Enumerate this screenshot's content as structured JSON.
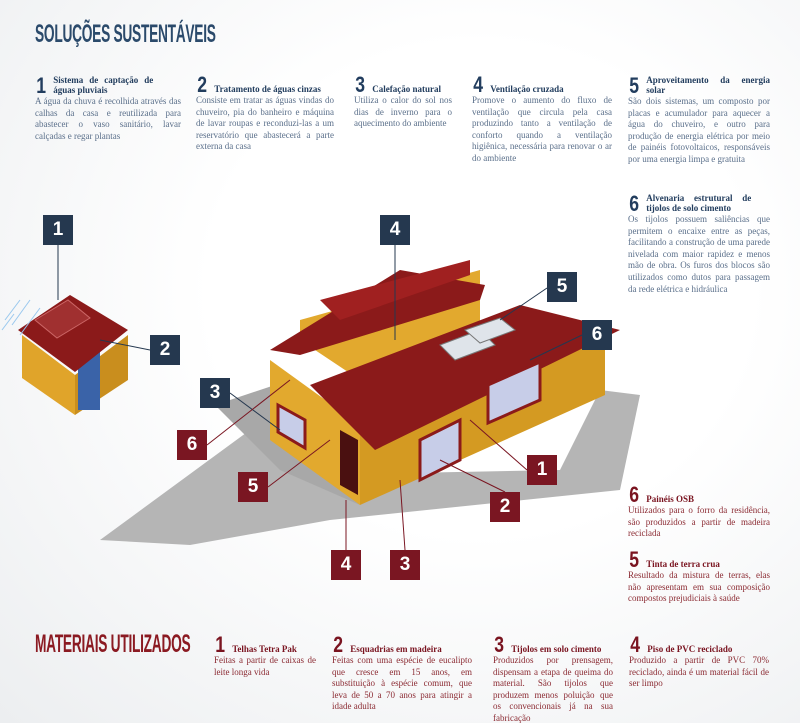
{
  "header": {
    "title": "SOLUÇÕES SUSTENTÁVEIS"
  },
  "solutions": [
    {
      "num": "1",
      "title": "Sistema de captação de águas pluviais",
      "text": "A água da chuva é recolhida através das calhas da casa e reutilizada para abastecer o vaso sanitário, lavar calçadas e regar plantas"
    },
    {
      "num": "2",
      "title": "Tratamento de águas cinzas",
      "text": "Consiste em tratar as águas vindas do chuveiro, pia do banheiro e máquina de lavar roupas e reconduzi-las a um reservatório que abastecerá a parte externa da casa"
    },
    {
      "num": "3",
      "title": "Calefação natural",
      "text": "Utiliza o calor do sol nos dias de inverno para o aquecimento do ambiente"
    },
    {
      "num": "4",
      "title": "Ventilação cruzada",
      "text": "Promove o aumento do fluxo de ventilação que circula pela casa produzindo tanto a ventilação de conforto quando a ventilação higiênica, necessária para renovar o ar do ambiente"
    },
    {
      "num": "5",
      "title": "Aproveitamento da energia solar",
      "text": "São dois sistemas, um composto por placas e acumulador para aquecer a água do chuveiro, e outro para produção de energia elétrica por meio de painéis fotovoltaicos, responsáveis por uma energia limpa e gratuita"
    },
    {
      "num": "6",
      "title": "Alvenaria estrutural de tijolos de solo cimento",
      "text": "Os tijolos possuem saliências que permitem o encaixe entre as peças, facilitando a construção de uma parede nivelada com maior rapidez e menos mão de obra. Os furos dos blocos são utilizados como dutos para passagem da rede elétrica e hidráulica"
    }
  ],
  "materials_title": "MATERIAIS UTILIZADOS",
  "materials": [
    {
      "num": "1",
      "title": "Telhas Tetra Pak",
      "text": "Feitas a partir de caixas de leite longa vida"
    },
    {
      "num": "2",
      "title": "Esquadrias em madeira",
      "text": "Feitas com uma espécie de eucalipto que cresce em 15 anos, em substituição à espécie comum, que leva de 50 a 70 anos para atingir a idade adulta"
    },
    {
      "num": "3",
      "title": "Tijolos em solo cimento",
      "text": "Produzidos por prensagem, dispensam a etapa de queima do material. São tijolos que produzem menos poluição que os convencionais já na sua fabricação"
    },
    {
      "num": "4",
      "title": "Piso de PVC reciclado",
      "text": "Produzido a partir de PVC 70% reciclado, ainda é um material fácil de ser limpo"
    },
    {
      "num": "5",
      "title": "Tinta de terra crua",
      "text": "Resultado da mistura de terras, elas não apresentam em sua composição compostos prejudiciais à saúde"
    },
    {
      "num": "6",
      "title": "Painéis OSB",
      "text": "Utilizados para o forro da residência, são produzidos a partir de madeira reciclada"
    }
  ],
  "markers": {
    "solutions": [
      "1",
      "2",
      "3",
      "4",
      "5",
      "6"
    ],
    "materials": [
      "6",
      "5",
      "1",
      "2",
      "4",
      "3"
    ]
  },
  "colors": {
    "navy": "#25384f",
    "red": "#7a1622",
    "brick": "#e2a92e",
    "roof": "#8b1a1a"
  }
}
